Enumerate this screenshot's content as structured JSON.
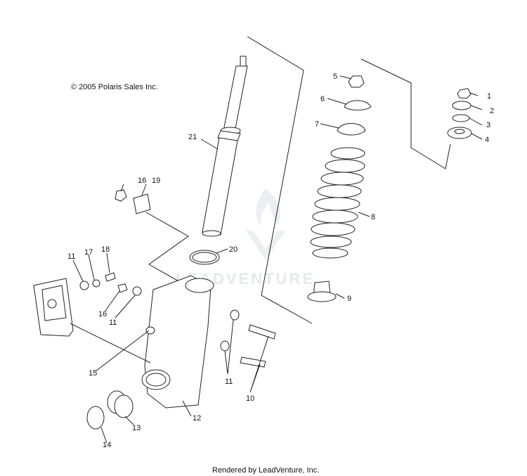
{
  "copyright": "© 2005 Polaris Sales Inc.",
  "footer": "Rendered by LeadVenture, Inc.",
  "watermark": "LEADVENTURE",
  "callouts": [
    "1",
    "2",
    "3",
    "4",
    "5",
    "6",
    "7",
    "8",
    "9",
    "10",
    "11",
    "11",
    "11",
    "12",
    "13",
    "14",
    "15",
    "16",
    "16",
    "17",
    "18",
    "19",
    "20",
    "21"
  ]
}
